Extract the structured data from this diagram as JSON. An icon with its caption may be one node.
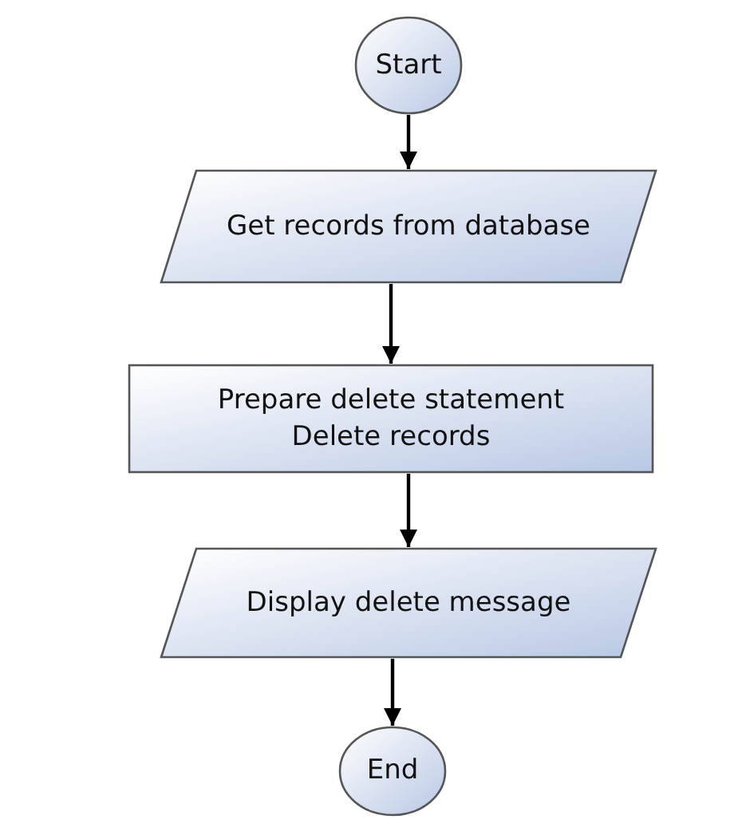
{
  "diagram": {
    "nodes": [
      {
        "text": [
          "Start"
        ]
      },
      {
        "text": [
          "Get records from database"
        ]
      },
      {
        "text": [
          "Prepare delete statement",
          "Delete records"
        ]
      },
      {
        "text": [
          "Display delete message"
        ]
      },
      {
        "text": [
          "End"
        ]
      }
    ],
    "edges": [
      {
        "from": 0,
        "to": 1,
        "arrow": "to"
      },
      {
        "from": 1,
        "to": 2,
        "arrow": "to"
      },
      {
        "from": 2,
        "to": 3,
        "arrow": "to"
      },
      {
        "from": 3,
        "to": 4,
        "arrow": "to"
      }
    ]
  }
}
